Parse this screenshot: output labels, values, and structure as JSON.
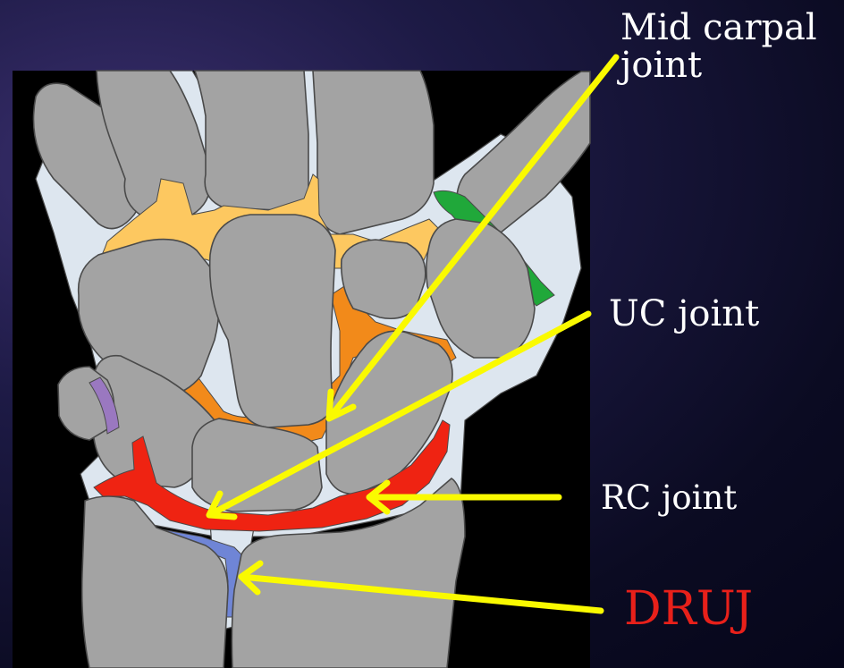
{
  "labels": {
    "mid_carpal": "Mid carpal joint",
    "uc": "UC joint",
    "rc": "RC joint",
    "druj": "DRUJ"
  },
  "colors": {
    "background": "#0b0b22",
    "panel": "#000000",
    "bone": "#a3a3a3",
    "bone_outline": "#4a4a4a",
    "cartilage": "#dde6ef",
    "mid_carpal_joint": "#fdc860",
    "intercarpal_joint": "#f28a1a",
    "radiocarpal_joint": "#ef2312",
    "druj_joint": "#6f85d6",
    "cmc_joint": "#20a83a",
    "pisiform_joint": "#9a78c0",
    "arrow": "#fafa00",
    "label_text": "#ffffff",
    "druj_label": "#e8201a"
  }
}
